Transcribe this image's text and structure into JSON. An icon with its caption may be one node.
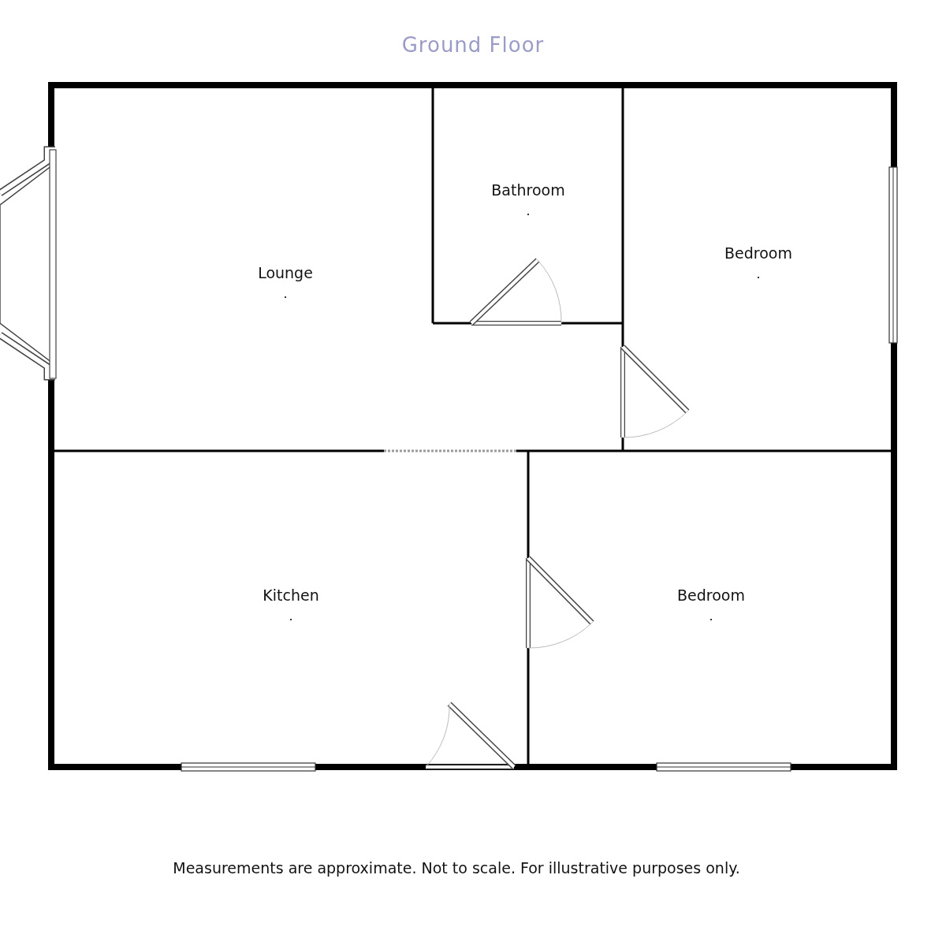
{
  "diagram": {
    "title": "Ground Floor",
    "caption": "Measurements are approximate. Not to scale. For illustrative purposes only.",
    "nodes": [
      {
        "text": [
          "Lounge"
        ]
      },
      {
        "text": [
          "Bathroom"
        ]
      },
      {
        "text": [
          "Bedroom"
        ]
      },
      {
        "text": [
          "Kitchen"
        ]
      },
      {
        "text": [
          "Bedroom"
        ]
      }
    ],
    "edges": []
  }
}
